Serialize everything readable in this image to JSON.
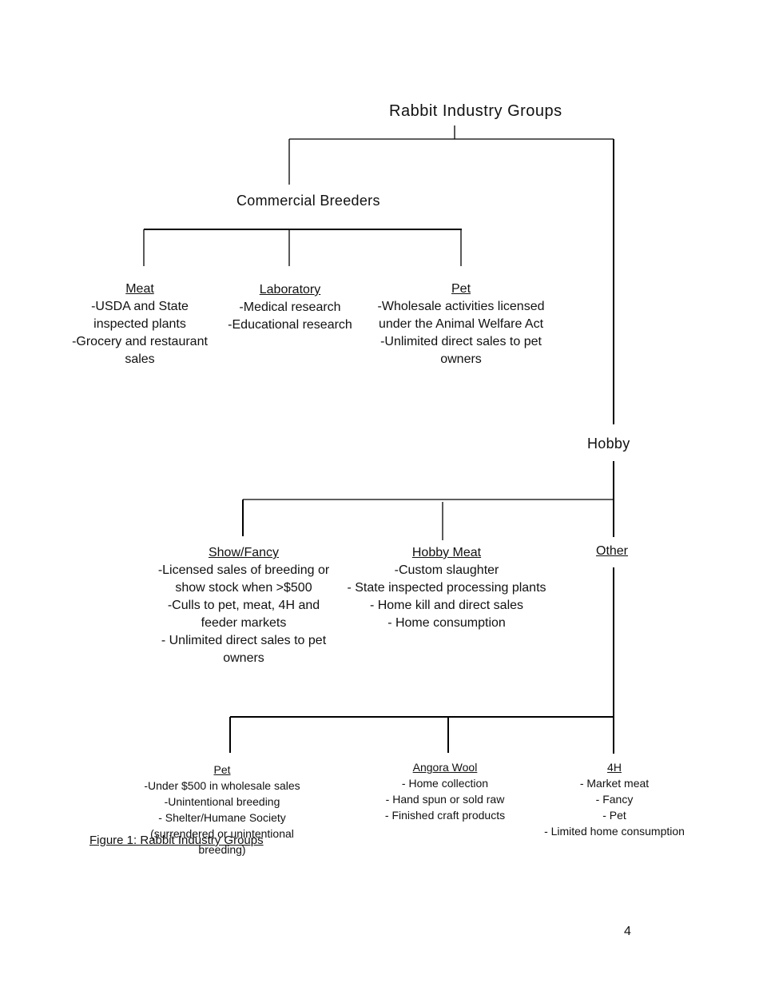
{
  "title": "Rabbit Industry Groups",
  "commercial": {
    "label": "Commercial Breeders",
    "children": [
      {
        "head": "Meat",
        "lines": [
          "-USDA  and State",
          "inspected plants",
          "-Grocery and restaurant",
          "sales"
        ]
      },
      {
        "head": "Laboratory",
        "lines": [
          "-Medical research",
          "-Educational research"
        ]
      },
      {
        "head": "Pet",
        "lines": [
          "-Wholesale activities licensed",
          "under the Animal Welfare Act",
          "-Unlimited direct sales to pet",
          "owners"
        ]
      }
    ]
  },
  "hobby": {
    "label": "Hobby",
    "children": [
      {
        "head": "Show/Fancy",
        "lines": [
          "-Licensed sales of breeding or",
          "show stock when >$500",
          "-Culls to pet, meat, 4H and",
          "feeder markets",
          "- Unlimited direct sales to pet",
          "owners"
        ]
      },
      {
        "head": "Hobby Meat",
        "lines": [
          "-Custom slaughter",
          "- State inspected processing plants",
          "- Home kill and direct sales",
          "- Home consumption"
        ]
      },
      {
        "head": "Other",
        "lines": []
      }
    ]
  },
  "other": {
    "children": [
      {
        "head": "Pet",
        "lines": [
          "-Under $500 in wholesale sales",
          "-Unintentional breeding",
          "- Shelter/Humane Society",
          "(surrendered or unintentional",
          "breeding)"
        ]
      },
      {
        "head": "Angora Wool",
        "lines": [
          "- Home collection",
          "- Hand spun or sold raw",
          "- Finished craft products"
        ]
      },
      {
        "head": "4H",
        "lines": [
          "- Market meat",
          "- Fancy",
          "- Pet",
          "- Limited home consumption"
        ]
      }
    ]
  },
  "caption": "Figure 1: Rabbit Industry Groups",
  "page_number": "4"
}
